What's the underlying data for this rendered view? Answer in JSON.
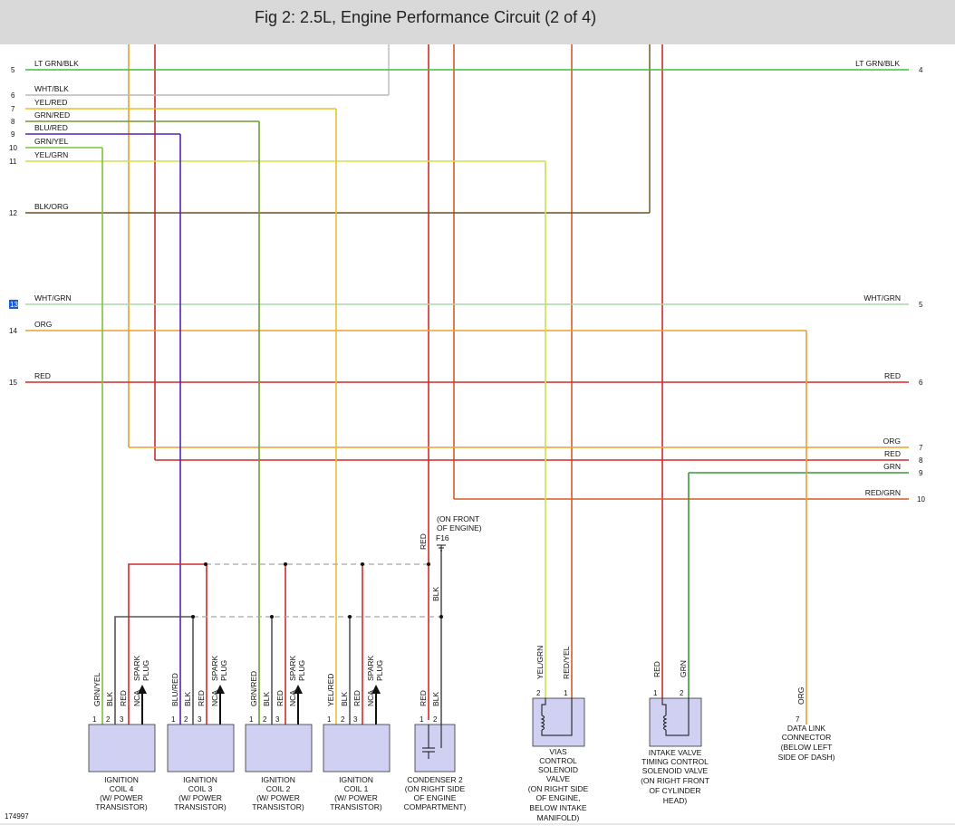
{
  "title": "Fig 2: 2.5L, Engine Performance Circuit (2 of 4)",
  "figure_id": "174997",
  "colors": {
    "LT_GRN_BLK": "#3fbf3f",
    "WHT_BLK": "#b8b8b8",
    "YEL_RED": "#e8c12a",
    "GRN_RED": "#6e9a3a",
    "BLU_RED": "#5a1fb8",
    "GRN_YEL": "#7cc23a",
    "YEL_GRN": "#cde04a",
    "BLK_ORG": "#6a5020",
    "WHT_GRN": "#a8d8a8",
    "ORG": "#e8a030",
    "RED": "#d42a2a",
    "GRN": "#3a9a3a",
    "RED_GRN": "#d85a2a",
    "BLK": "#555555",
    "component_fill": "#cfd0f2"
  },
  "left_wires": [
    {
      "pin": "5",
      "label": "LT GRN/BLK"
    },
    {
      "pin": "6",
      "label": "WHT/BLK"
    },
    {
      "pin": "7",
      "label": "YEL/RED"
    },
    {
      "pin": "8",
      "label": "GRN/RED"
    },
    {
      "pin": "9",
      "label": "BLU/RED"
    },
    {
      "pin": "10",
      "label": "GRN/YEL"
    },
    {
      "pin": "11",
      "label": "YEL/GRN"
    },
    {
      "pin": "12",
      "label": "BLK/ORG"
    },
    {
      "pin": "13",
      "label": "WHT/GRN"
    },
    {
      "pin": "14",
      "label": "ORG"
    },
    {
      "pin": "15",
      "label": "RED"
    }
  ],
  "right_wires": [
    {
      "pin": "4",
      "label": "LT GRN/BLK"
    },
    {
      "pin": "5",
      "label": "WHT/GRN"
    },
    {
      "pin": "6",
      "label": "RED"
    },
    {
      "pin": "7",
      "label": "ORG"
    },
    {
      "pin": "8",
      "label": "RED"
    },
    {
      "pin": "9",
      "label": "GRN"
    },
    {
      "pin": "10",
      "label": "RED/GRN"
    }
  ],
  "wire_labels": {
    "red": "RED",
    "blk": "BLK",
    "nca": "NCA",
    "spark": "SPARK",
    "plug": "PLUG",
    "grn_yel": "GRN/YEL",
    "blu_red": "BLU/RED",
    "grn_red": "GRN/RED",
    "yel_red": "YEL/RED",
    "yel_grn": "YEL/GRN",
    "red_yel": "RED/YEL",
    "grn": "GRN",
    "org": "ORG"
  },
  "pins": {
    "p1": "1",
    "p2": "2",
    "p3": "3",
    "p7": "7"
  },
  "ground": {
    "note_line1": "(ON FRONT",
    "note_line2": "OF ENGINE)",
    "id": "F16"
  },
  "components": {
    "coil4": [
      "IGNITION",
      "COIL 4",
      "(W/ POWER",
      "TRANSISTOR)"
    ],
    "coil3": [
      "IGNITION",
      "COIL 3",
      "(W/ POWER",
      "TRANSISTOR)"
    ],
    "coil2": [
      "IGNITION",
      "COIL 2",
      "(W/ POWER",
      "TRANSISTOR)"
    ],
    "coil1": [
      "IGNITION",
      "COIL 1",
      "(W/ POWER",
      "TRANSISTOR)"
    ],
    "condenser": [
      "CONDENSER 2",
      "(ON RIGHT SIDE",
      "OF ENGINE",
      "COMPARTMENT)"
    ],
    "vias": [
      "VIAS",
      "CONTROL",
      "SOLENOID",
      "VALVE",
      "(ON RIGHT SIDE",
      "OF ENGINE,",
      "BELOW INTAKE",
      "MANIFOLD)"
    ],
    "intake": [
      "INTAKE VALVE",
      "TIMING CONTROL",
      "SOLENOID VALVE",
      "(ON RIGHT FRONT",
      "OF CYLINDER",
      "HEAD)"
    ],
    "dlc": [
      "DATA LINK",
      "CONNECTOR",
      "(BELOW LEFT",
      "SIDE OF DASH)"
    ]
  }
}
